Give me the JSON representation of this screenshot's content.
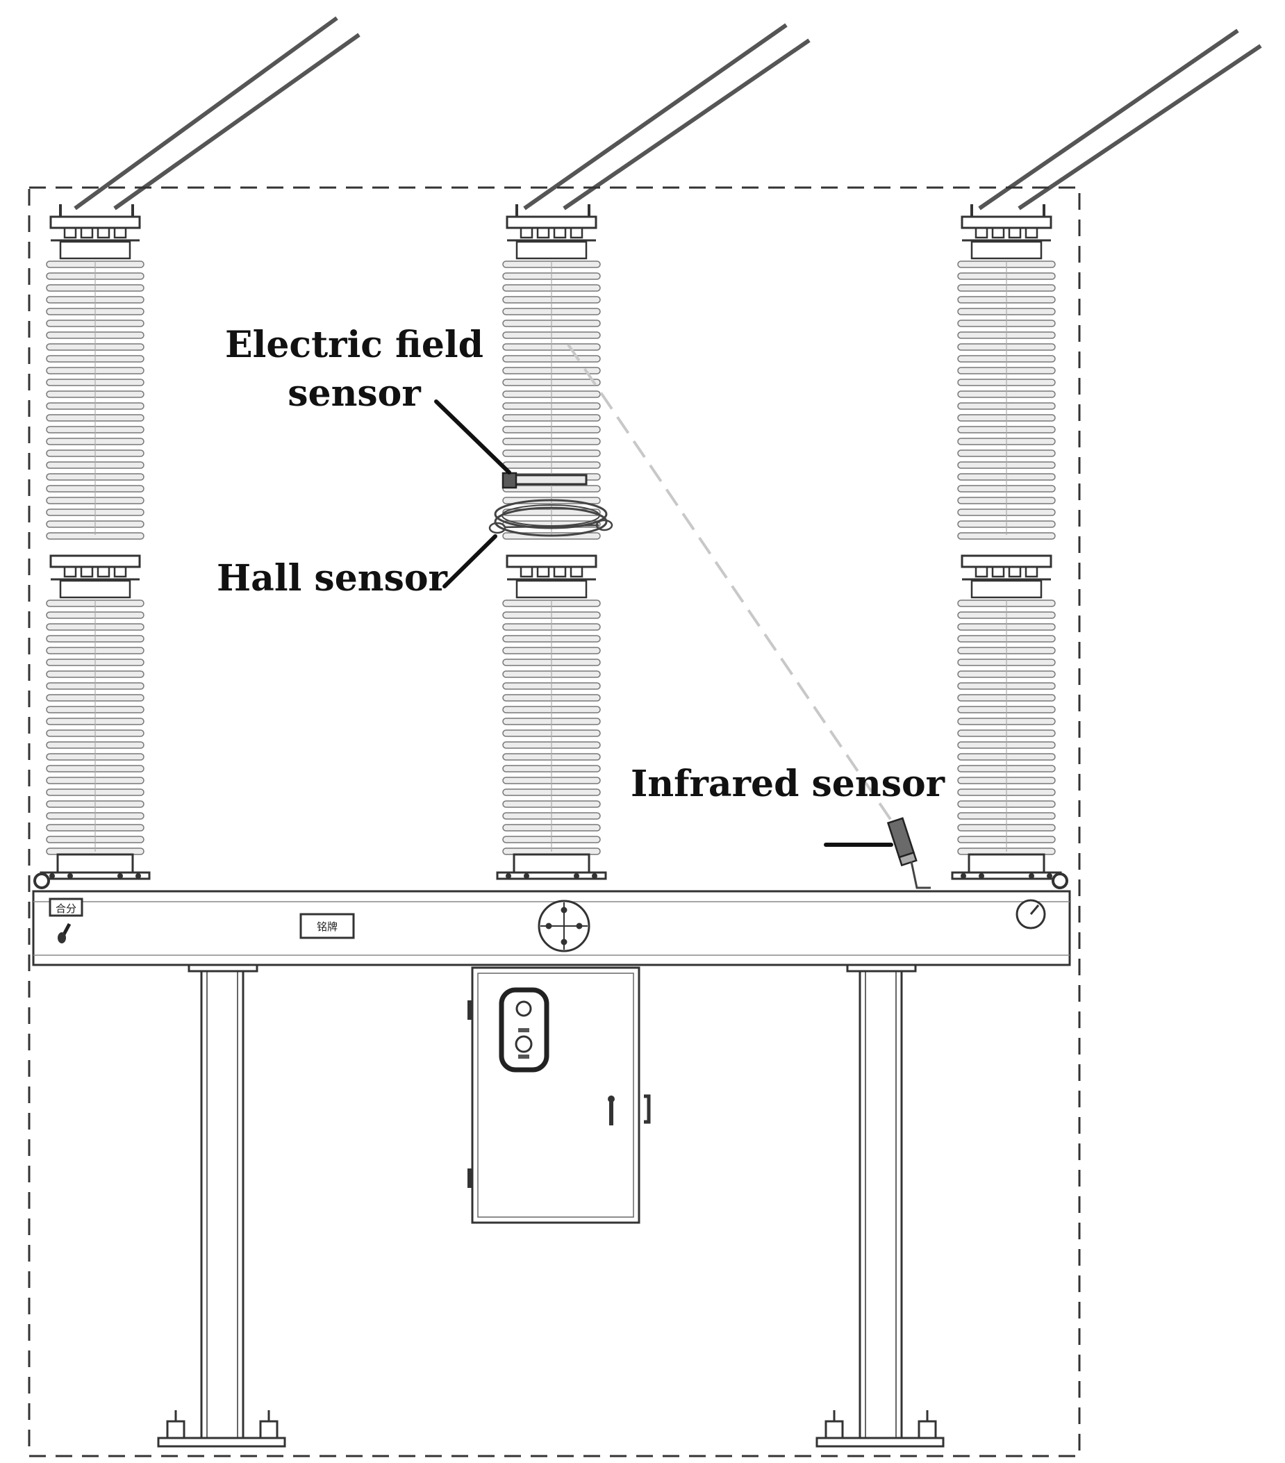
{
  "labels": {
    "electric_field_line1": "Electric field",
    "electric_field_line2": "sensor",
    "hall": "Hall sensor",
    "infrared": "Infrared sensor"
  },
  "panel_text": {
    "switch_plate": "合分",
    "name_plate": "铭牌"
  },
  "colors": {
    "line": "#2f2f2f",
    "insulator": "#ececec",
    "sensor_dark": "#5a5a5a",
    "ir_beam": "#c8c8c8"
  }
}
